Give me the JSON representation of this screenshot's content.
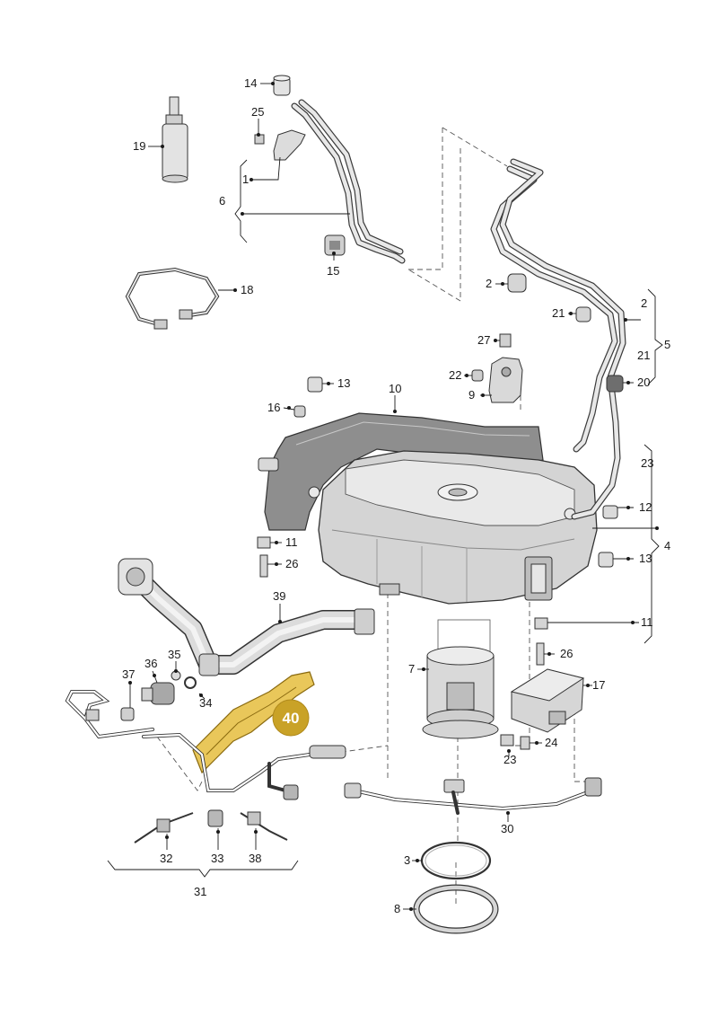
{
  "diagram": {
    "callouts": [
      {
        "id": "c14",
        "text": "14"
      },
      {
        "id": "c25",
        "text": "25"
      },
      {
        "id": "c19",
        "text": "19"
      },
      {
        "id": "c1a",
        "text": "1"
      },
      {
        "id": "c6",
        "text": "6"
      },
      {
        "id": "c15",
        "text": "15"
      },
      {
        "id": "c18",
        "text": "18"
      },
      {
        "id": "c2a",
        "text": "2"
      },
      {
        "id": "c2b",
        "text": "2"
      },
      {
        "id": "c21a",
        "text": "21"
      },
      {
        "id": "c21b",
        "text": "21"
      },
      {
        "id": "c5",
        "text": "5"
      },
      {
        "id": "c27",
        "text": "27"
      },
      {
        "id": "c22",
        "text": "22"
      },
      {
        "id": "c9",
        "text": "9"
      },
      {
        "id": "c20",
        "text": "20"
      },
      {
        "id": "c13a",
        "text": "13"
      },
      {
        "id": "c10",
        "text": "10"
      },
      {
        "id": "c16",
        "text": "16"
      },
      {
        "id": "c23a",
        "text": "23"
      },
      {
        "id": "c12",
        "text": "12"
      },
      {
        "id": "c4",
        "text": "4"
      },
      {
        "id": "c11a",
        "text": "11"
      },
      {
        "id": "c26a",
        "text": "26"
      },
      {
        "id": "c13b",
        "text": "13"
      },
      {
        "id": "c39",
        "text": "39"
      },
      {
        "id": "c11b",
        "text": "11"
      },
      {
        "id": "c35",
        "text": "35"
      },
      {
        "id": "c37",
        "text": "37"
      },
      {
        "id": "c36",
        "text": "36"
      },
      {
        "id": "c7",
        "text": "7"
      },
      {
        "id": "c26b",
        "text": "26"
      },
      {
        "id": "c17",
        "text": "17"
      },
      {
        "id": "c34",
        "text": "34"
      },
      {
        "id": "c24",
        "text": "24"
      },
      {
        "id": "c23b",
        "text": "23"
      },
      {
        "id": "c30",
        "text": "30"
      },
      {
        "id": "c32",
        "text": "32"
      },
      {
        "id": "c33",
        "text": "33"
      },
      {
        "id": "c38",
        "text": "38"
      },
      {
        "id": "c31",
        "text": "31"
      },
      {
        "id": "c3",
        "text": "3"
      },
      {
        "id": "c8",
        "text": "8"
      }
    ],
    "highlight": {
      "label": "40",
      "color": "#c9a227"
    },
    "colors": {
      "part_fill": "#e3e3e3",
      "part_dark": "#b8b8b8",
      "shield_fill": "#9a9a9a",
      "highlight_fill": "#e9c75a"
    }
  }
}
